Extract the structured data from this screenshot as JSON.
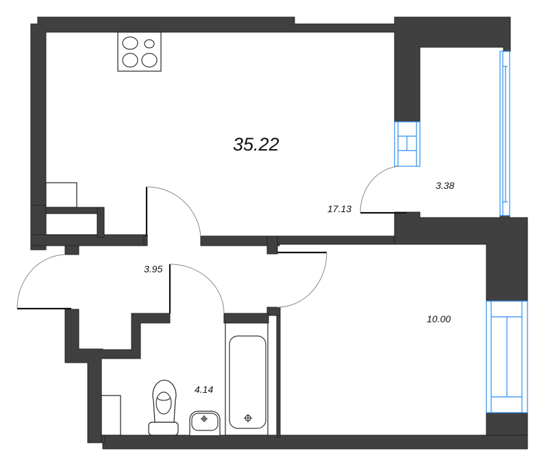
{
  "plan": {
    "title": "Apartment floor plan",
    "wall_color": "#404040",
    "window_color": "#2a8cf0",
    "rooms": [
      {
        "id": "total",
        "label": "35.22",
        "kind": "total-area"
      },
      {
        "id": "kitchen_living",
        "label": "17.13",
        "kind": "kitchen-living-room"
      },
      {
        "id": "balcony",
        "label": "3.38",
        "kind": "balcony"
      },
      {
        "id": "hallway",
        "label": "3.95",
        "kind": "hallway"
      },
      {
        "id": "bathroom",
        "label": "4.14",
        "kind": "bathroom"
      },
      {
        "id": "bedroom",
        "label": "10.00",
        "kind": "bedroom"
      }
    ],
    "fixtures": [
      "stove",
      "toilet",
      "sink",
      "bathtub",
      "cabinet",
      "wardrobe"
    ]
  }
}
